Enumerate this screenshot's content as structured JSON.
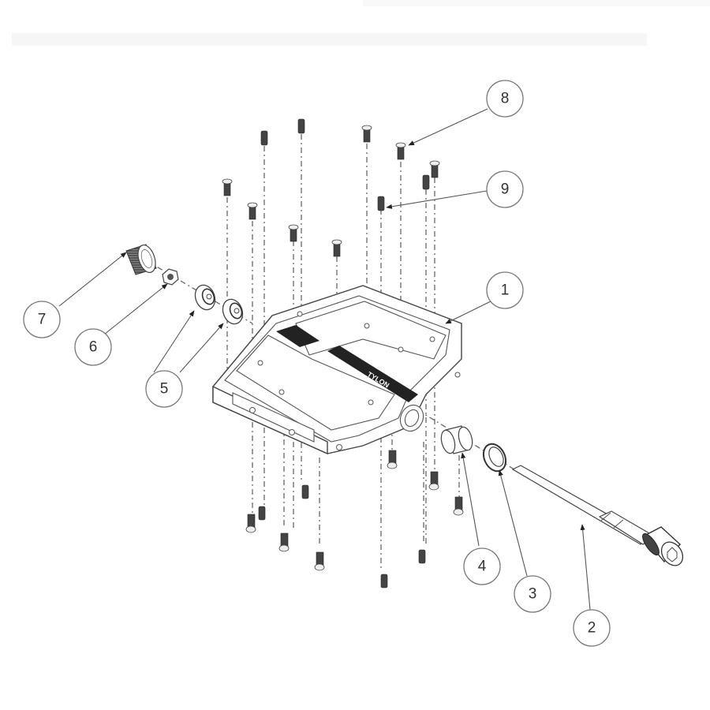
{
  "diagram": {
    "type": "exploded-view parts diagram",
    "subject": "flat platform bicycle pedal",
    "brand_mark_text": "TYLON",
    "callouts": [
      {
        "id": "1",
        "label": "1",
        "part": "pedal body"
      },
      {
        "id": "2",
        "label": "2",
        "part": "axle / spindle"
      },
      {
        "id": "3",
        "label": "3",
        "part": "seal"
      },
      {
        "id": "4",
        "label": "4",
        "part": "bushing"
      },
      {
        "id": "5",
        "label": "5",
        "part": "bearings"
      },
      {
        "id": "6",
        "label": "6",
        "part": "lock nut"
      },
      {
        "id": "7",
        "label": "7",
        "part": "end cap"
      },
      {
        "id": "8",
        "label": "8",
        "part": "pin with head"
      },
      {
        "id": "9",
        "label": "9",
        "part": "grub pin"
      }
    ]
  }
}
